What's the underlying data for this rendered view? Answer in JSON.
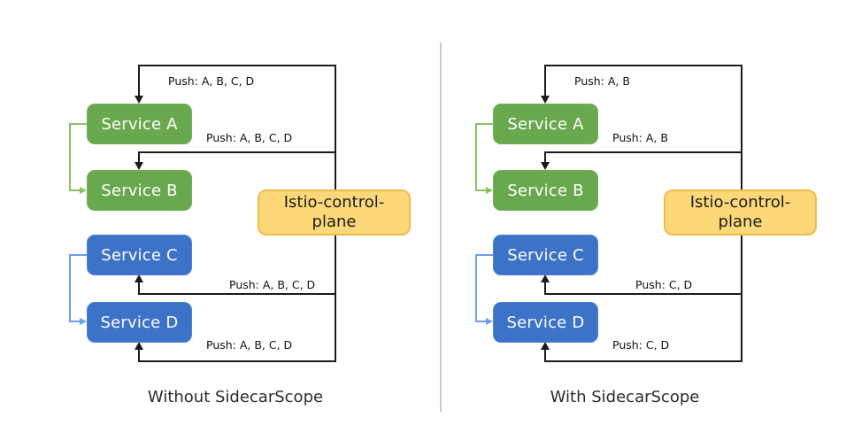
{
  "panels": [
    {
      "caption": "Without SidecarScope",
      "service_a": "Service A",
      "service_b": "Service B",
      "service_c": "Service C",
      "service_d": "Service D",
      "control_plane_line1": "Istio-control-",
      "control_plane_line2": "plane",
      "push_to_a": "Push: A, B, C, D",
      "push_to_b": "Push: A, B, C, D",
      "push_to_c": "Push: A, B, C, D",
      "push_to_d": "Push: A, B, C, D"
    },
    {
      "caption": "With SidecarScope",
      "service_a": "Service A",
      "service_b": "Service B",
      "service_c": "Service C",
      "service_d": "Service D",
      "control_plane_line1": "Istio-control-",
      "control_plane_line2": "plane",
      "push_to_a": "Push: A, B",
      "push_to_b": "Push: A, B",
      "push_to_c": "Push: C, D",
      "push_to_d": "Push: C, D"
    }
  ],
  "colors": {
    "service_green": "#6aa84f",
    "service_blue": "#3c73c8",
    "control_plane_fill": "#fcd879",
    "control_plane_border": "#eebc4d",
    "connector_green": "#8dc063",
    "connector_blue": "#6d9eeb",
    "line_black": "#1b1b1b",
    "divider_gray": "#c9c9c9"
  }
}
